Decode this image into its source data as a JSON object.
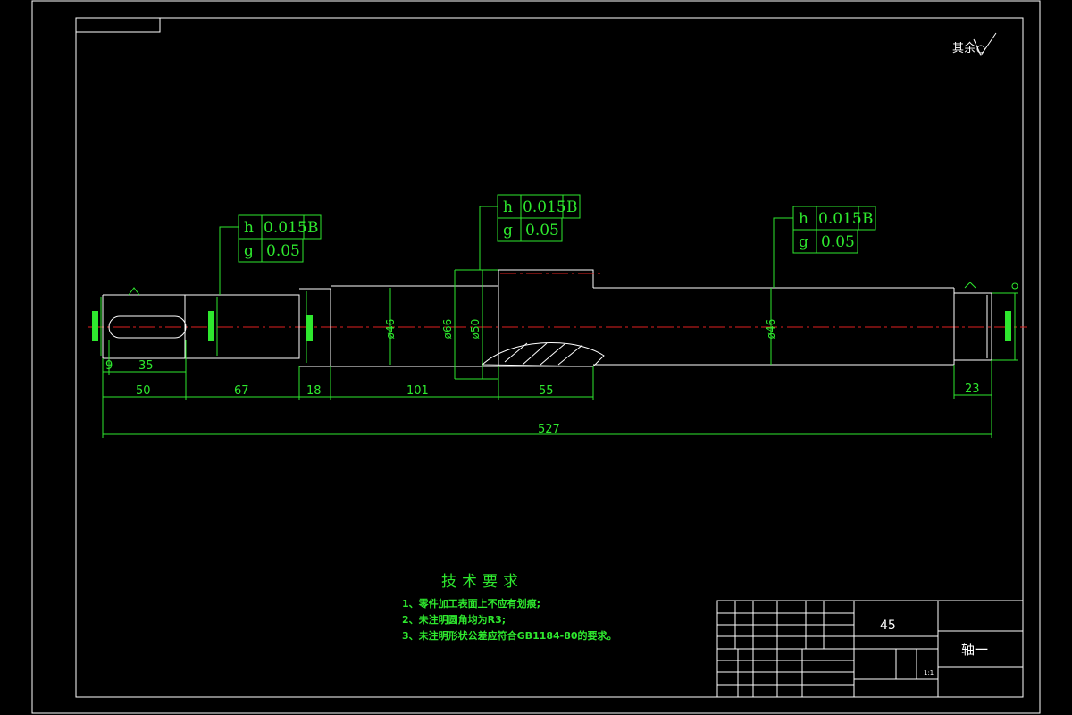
{
  "sheet": {
    "roughness_note": "其余"
  },
  "tolerance_frames": [
    {
      "r1_sym": "h",
      "r1_val": "0.015",
      "r1_datum": "B",
      "r2_sym": "g",
      "r2_val": "0.05"
    },
    {
      "r1_sym": "h",
      "r1_val": "0.015",
      "r1_datum": "B",
      "r2_sym": "g",
      "r2_val": "0.05"
    },
    {
      "r1_sym": "h",
      "r1_val": "0.015",
      "r1_datum": "B",
      "r2_sym": "g",
      "r2_val": "0.05"
    }
  ],
  "dimensions": {
    "keyway_offset": "9",
    "keyway_length": "35",
    "len_1": "50",
    "len_2": "67",
    "len_3": "18",
    "len_4": "101",
    "len_5": "55",
    "len_6": "23",
    "total": "527",
    "dia_1": "ø46",
    "dia_2": "ø66",
    "dia_3": "ø50",
    "dia_4": "ø46"
  },
  "tech_requirements": {
    "title": "技术要求",
    "lines": [
      "1、零件加工表面上不应有划痕;",
      "2、未注明圆角均为R3;",
      "3、未注明形状公差应符合GB1184-80的要求。"
    ]
  },
  "title_block": {
    "material": "45",
    "part_name": "轴一",
    "scale": "1:1"
  }
}
